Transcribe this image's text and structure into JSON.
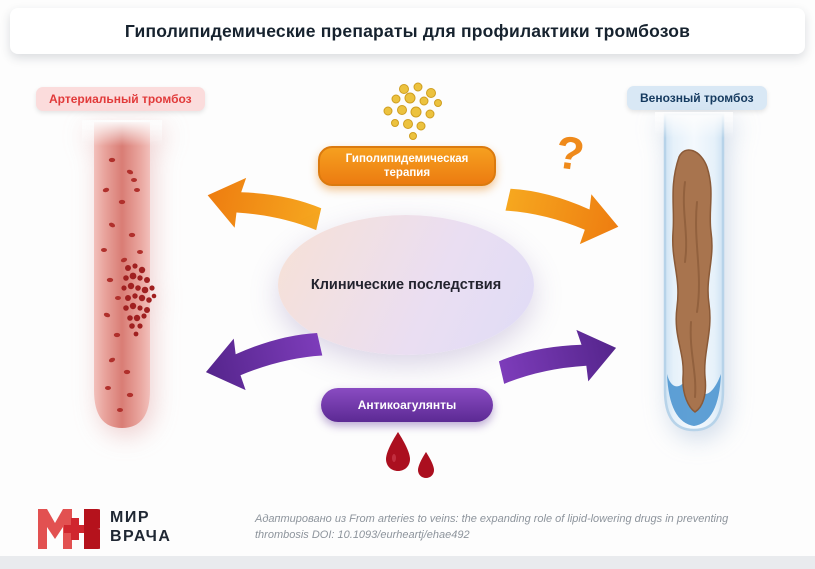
{
  "header": {
    "title": "Гиполипидемические препараты для профилактики тромбозов"
  },
  "labels": {
    "arterial": "Артериальный тромбоз",
    "venous": "Венозный тромбоз"
  },
  "nodes": {
    "therapy": "Гиполипидемическая терапия",
    "question": "?",
    "consequences": "Клинические последствия",
    "anticoagulants": "Антикоагулянты"
  },
  "footer": {
    "logo_line1": "МИР",
    "logo_line2": "ВРАЧА",
    "citation": "Адаптировано из From arteries to veins: the expanding role of lipid-lowering drugs in preventing thrombosis DOI: 10.1093/eurheartj/ehae492"
  },
  "colors": {
    "accent_orange": "#ef8a1b",
    "accent_purple": "#5e2b96",
    "arterial_red": "#e13a3a",
    "arterial_badge_bg": "#fbdcdc",
    "venous_navy": "#153a5f",
    "venous_badge_bg": "#d9e8f5",
    "lipid_yellow": "#ecc23e",
    "blood_red": "#ab0f1f",
    "logo_red": "#c8202a",
    "title_text": "#16222e"
  }
}
